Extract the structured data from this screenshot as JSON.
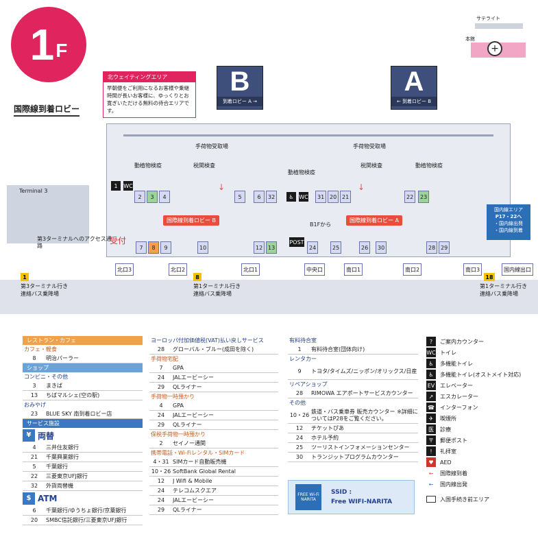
{
  "header": {
    "floor_number": "1",
    "floor_suffix": "F",
    "subtitle": "国際線到着ロビー",
    "waiting_title": "北ウェイティングエリア",
    "waiting_desc": "早朝便をご利用になるお客様や乗継時間が長いお客様に、ゆっくりとお寛ぎいただける無料の待合エリアです。",
    "gate_b": {
      "letter": "B",
      "sub": "到着ロビー A →"
    },
    "gate_a": {
      "letter": "A",
      "sub": "← 到着ロビー B"
    },
    "satellite_label": "サテライト",
    "main_bldg_label": "本館"
  },
  "map": {
    "baggage_claim_left": "手荷物受取場",
    "baggage_claim_right": "手荷物受取場",
    "animal_quarantine_left": "動植物検疫",
    "customs_left": "税関検査",
    "animal_quarantine_mid": "動植物検疫",
    "customs_right": "税関検査",
    "animal_quarantine_right": "動植物検疫",
    "lobby_b": "国際線到着ロビー B",
    "lobby_a": "国際線到着ロビー A",
    "b1f_from": "B1Fから",
    "terminal3_sign": "Terminal 3",
    "t3_access": "第3ターミナルへのアクセス通路",
    "handwritten": "受付",
    "domestic": {
      "line1": "国内線エリア",
      "line2": "P17・22へ",
      "line3": "・国内線出発",
      "line4": "・国内線到着"
    },
    "exits": {
      "n3": "北口3",
      "n2": "北口2",
      "n1": "北口1",
      "c": "中央口",
      "s1": "南口1",
      "s2": "南口2",
      "s3": "南口3",
      "domestic_exit": "国内線出口"
    },
    "bus_stops": {
      "s1": {
        "num": "1",
        "l1": "第3ターミナル行き",
        "l2": "連絡バス乗降場"
      },
      "s8": {
        "num": "8",
        "l1": "第1ターミナル行き",
        "l2": "連絡バス乗降場"
      },
      "s18": {
        "num": "18",
        "l1": "第1ターミナル行き",
        "l2": "連絡バス乗降場"
      }
    },
    "boxes": {
      "b1": "1",
      "b2": "2",
      "b3": "3",
      "b4": "4",
      "b5": "5",
      "b6": "6",
      "b32": "32",
      "b31": "31",
      "b20": "20",
      "b21": "21",
      "b22": "22",
      "b23": "23",
      "b7": "7",
      "b8": "8",
      "b9": "9",
      "b10": "10",
      "b12": "12",
      "b13": "13",
      "b24": "24",
      "b25": "25",
      "b26": "26",
      "b30": "30",
      "b28": "28",
      "b29": "29"
    },
    "post_label": "POST"
  },
  "legend": {
    "restaurant_header": "レストラン・カフェ",
    "cafe_sub": "カフェ・軽食",
    "shops_header": "ショップ",
    "conv_sub": "コンビニ・その他",
    "souvenir_sub": "おみやげ",
    "services_header": "サービス施設",
    "exchange_title": "両替",
    "atm_title": "ATM",
    "col1": {
      "cafe": [
        {
          "n": "8",
          "t": "明治パーラー"
        }
      ],
      "conv": [
        {
          "n": "3",
          "t": "まきば"
        },
        {
          "n": "13",
          "t": "ちばマルシェ(空の駅)"
        }
      ],
      "souvenir": [
        {
          "n": "23",
          "t": "BLUE SKY 南到着ロビー店"
        }
      ],
      "exchange": [
        {
          "n": "4",
          "t": "三井住友銀行"
        },
        {
          "n": "21",
          "t": "千葉興業銀行"
        },
        {
          "n": "5",
          "t": "千葉銀行"
        },
        {
          "n": "22",
          "t": "三菱東京UFJ銀行"
        },
        {
          "n": "32",
          "t": "外貨両替機"
        }
      ],
      "atm": [
        {
          "n": "6",
          "t": "千葉銀行/ゆうちょ銀行/京葉銀行"
        },
        {
          "n": "20",
          "t": "SMBC信託銀行/三菱東京UFJ銀行"
        }
      ]
    },
    "col2": {
      "vat_header": "ヨーロッパ付加価値税(VAT)払い戻しサービス",
      "vat": [
        {
          "n": "28",
          "t": "グローバル・ブルー(成田を除く)"
        }
      ],
      "parcel_header": "手荷物宅配",
      "parcel": [
        {
          "n": "7",
          "t": "GPA"
        },
        {
          "n": "24",
          "t": "JALエービーシー"
        },
        {
          "n": "29",
          "t": "QLライナー"
        }
      ],
      "storage_header": "手荷物一時預かり",
      "storage": [
        {
          "n": "4",
          "t": "GPA"
        },
        {
          "n": "24",
          "t": "JALエービーシー"
        },
        {
          "n": "29",
          "t": "QLライナー"
        }
      ],
      "cold_header": "保税手荷物一時預かり",
      "cold": [
        {
          "n": "2",
          "t": "セイノー通関"
        }
      ],
      "mobile_header": "携帯電話・Wi-Fiレンタル・SIMカード",
      "mobile": [
        {
          "n": "4・31",
          "t": "SIMカード自動販売機"
        },
        {
          "n": "10・26",
          "t": "SoftBank Global Rental"
        },
        {
          "n": "12",
          "t": "J Wifi & Mobile"
        },
        {
          "n": "24",
          "t": "テレコムスクエア"
        },
        {
          "n": "24",
          "t": "JALエービーシー"
        },
        {
          "n": "29",
          "t": "QLライナー"
        }
      ]
    },
    "col3": {
      "lounge_header": "有料待合室",
      "lounge": [
        {
          "n": "1",
          "t": "有料待合室(団体向け)"
        }
      ],
      "rental_header": "レンタカー",
      "rental": [
        {
          "n": "9",
          "t": "トヨタ/タイムズ/ニッポン/オリックス/日産"
        }
      ],
      "repair_header": "リペアショップ",
      "repair": [
        {
          "n": "28",
          "t": "RIMOWA エアポートサービスカウンター"
        }
      ],
      "other_header": "その他",
      "other": [
        {
          "n": "10・26",
          "t": "鉄道・バス乗車券 販売カウンター ※詳細についてはP28をご覧ください。"
        },
        {
          "n": "12",
          "t": "チケットぴあ"
        },
        {
          "n": "24",
          "t": "ホテル予約"
        },
        {
          "n": "25",
          "t": "ツーリストインフォメーションセンター"
        },
        {
          "n": "30",
          "t": "トランジットプログラムカウンター"
        }
      ]
    },
    "wifi": {
      "logo_top": "FREE Wi-Fi",
      "logo_bottom": "NARITA",
      "ssid_label": "SSID :",
      "ssid": "Free WIFI-NARITA"
    },
    "icons": [
      {
        "sym": "?",
        "t": "ご案内カウンター"
      },
      {
        "sym": "WC",
        "t": "トイレ"
      },
      {
        "sym": "♿",
        "t": "多機能トイレ"
      },
      {
        "sym": "♿",
        "t": "多機能トイレ(オストメイト対応)"
      },
      {
        "sym": "EV",
        "t": "エレベーター"
      },
      {
        "sym": "↗",
        "t": "エスカレーター"
      },
      {
        "sym": "☎",
        "t": "インターフォン"
      },
      {
        "sym": "✈",
        "t": "喫煙所"
      },
      {
        "sym": "医",
        "t": "診療"
      },
      {
        "sym": "〒",
        "t": "郵便ポスト"
      },
      {
        "sym": "!",
        "t": "礼拝室"
      },
      {
        "sym": "♥",
        "t": "AED"
      },
      {
        "sym": "←",
        "t": "国際線到着"
      },
      {
        "sym": "←",
        "t": "国内線出発"
      }
    ],
    "boundary_note": "入国手続き前エリア"
  }
}
